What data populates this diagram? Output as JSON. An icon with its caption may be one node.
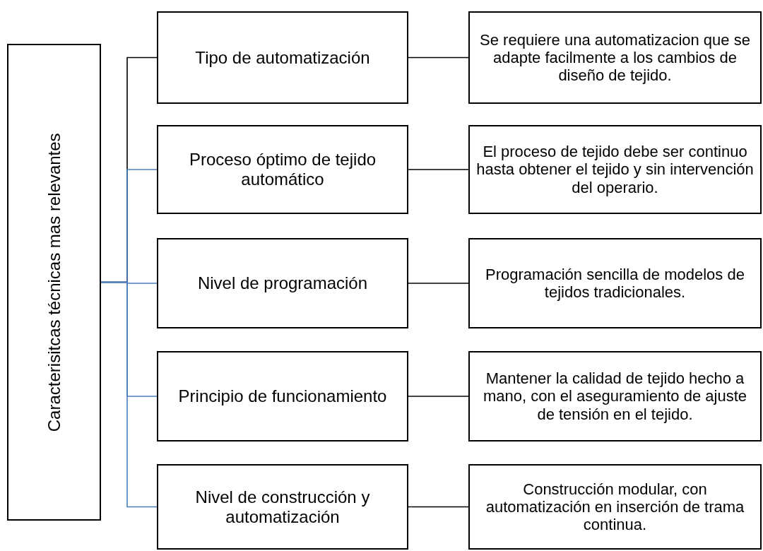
{
  "diagram": {
    "nodes": [
      {
        "text": [
          "Caracterisitcas técnicas mas relevantes"
        ]
      },
      {
        "text": [
          "Tipo de automatización"
        ]
      },
      {
        "text": [
          "Proceso óptimo de tejido automático"
        ]
      },
      {
        "text": [
          "Nivel de programación"
        ]
      },
      {
        "text": [
          "Principio de funcionamiento"
        ]
      },
      {
        "text": [
          "Nivel de construcción y automatización"
        ]
      },
      {
        "text": [
          "Se requiere una automatizacion que se adapte facilmente a los cambios de diseño de tejido."
        ]
      },
      {
        "text": [
          "El proceso de tejido debe ser continuo hasta obtener el tejido y sin intervención del operario."
        ]
      },
      {
        "text": [
          "Programación sencilla de modelos de tejidos tradicionales."
        ]
      },
      {
        "text": [
          "Mantener la calidad de tejido hecho a mano, con el aseguramiento de ajuste de tensión en el tejido."
        ]
      },
      {
        "text": [
          "Construcción modular, con automatización en inserción de trama continua."
        ]
      }
    ],
    "edges": [
      {
        "from": 0,
        "to": 1,
        "arrow": "none"
      },
      {
        "from": 0,
        "to": 2,
        "arrow": "none",
        "color": "#4a7ebb"
      },
      {
        "from": 0,
        "to": 3,
        "arrow": "none",
        "color": "#4a7ebb"
      },
      {
        "from": 0,
        "to": 4,
        "arrow": "none",
        "color": "#4a7ebb"
      },
      {
        "from": 0,
        "to": 5,
        "arrow": "none",
        "color": "#4a7ebb"
      },
      {
        "from": 1,
        "to": 6,
        "arrow": "none"
      },
      {
        "from": 2,
        "to": 7,
        "arrow": "none"
      },
      {
        "from": 3,
        "to": 8,
        "arrow": "none"
      },
      {
        "from": 4,
        "to": 9,
        "arrow": "none"
      },
      {
        "from": 5,
        "to": 10,
        "arrow": "none"
      }
    ]
  }
}
